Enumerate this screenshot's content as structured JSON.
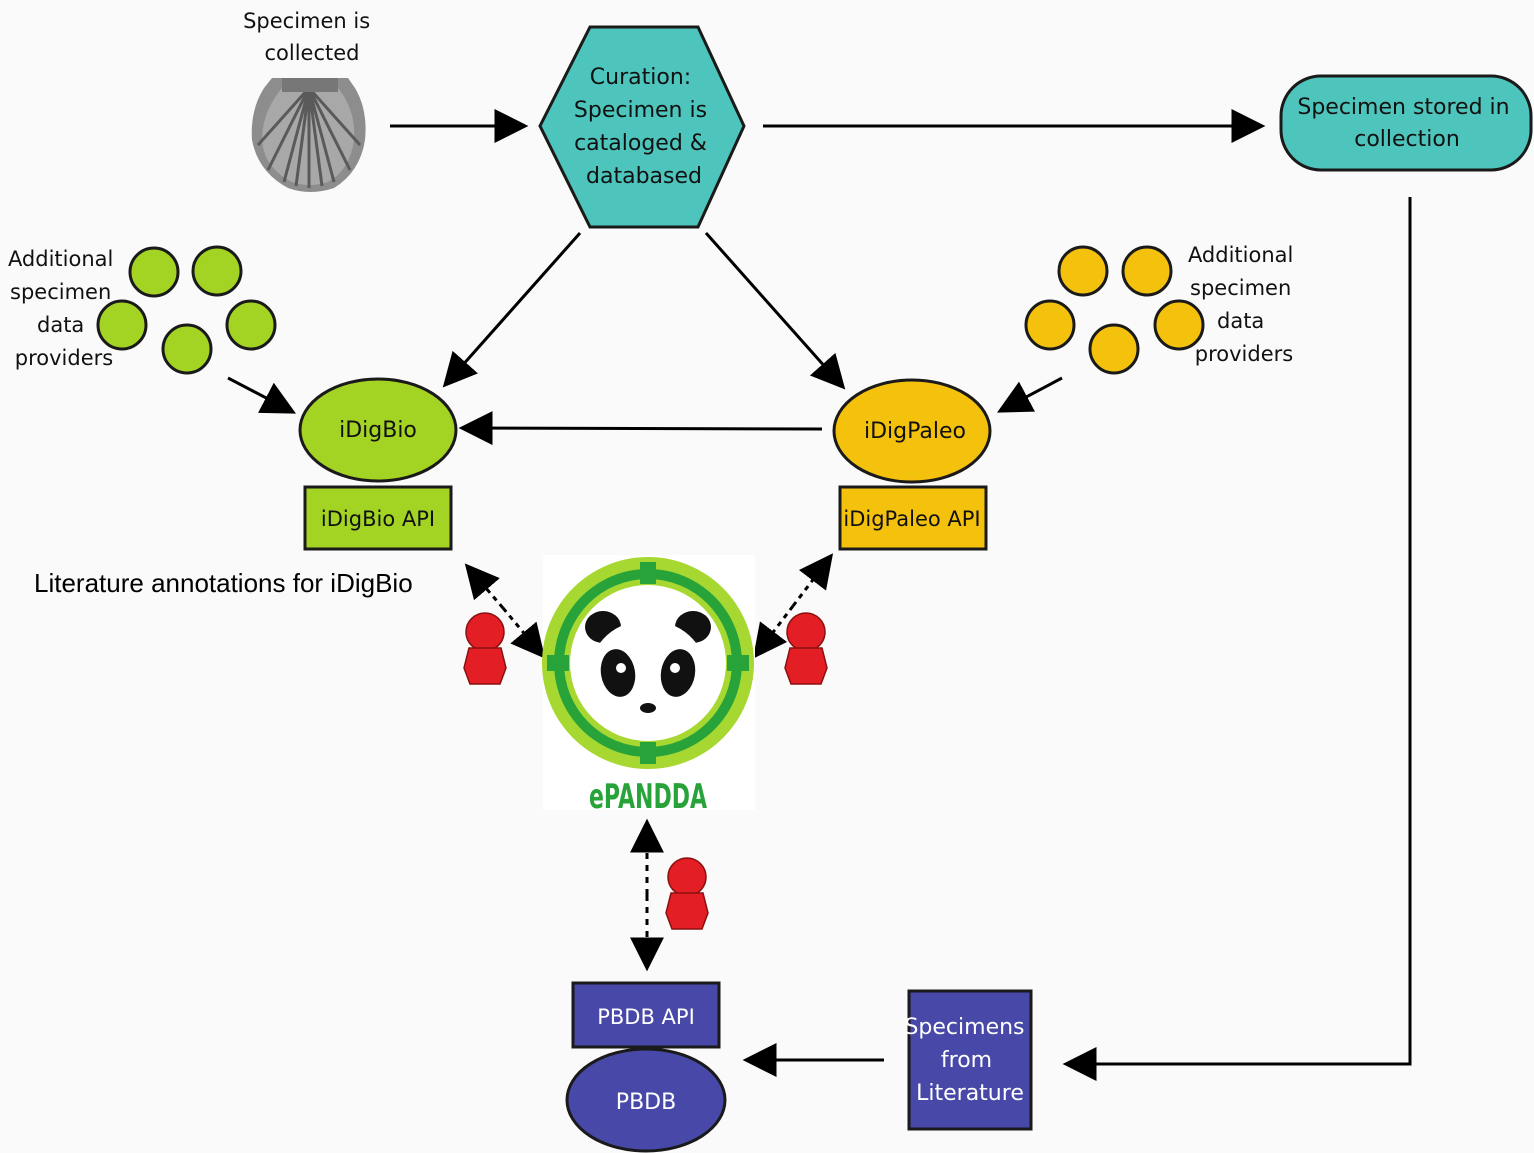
{
  "nodes": {
    "specimen_collected": [
      "Specimen is",
      "collected"
    ],
    "curation": [
      "Curation:",
      "Specimen is",
      "cataloged &",
      "databased"
    ],
    "stored": [
      "Specimen stored in",
      "collection"
    ],
    "providers_green": [
      "Additional",
      "specimen",
      "data",
      "providers"
    ],
    "providers_yellow": [
      "Additional",
      "specimen",
      "data",
      "providers"
    ],
    "idigbio": "iDigBio",
    "idigbio_api": "iDigBio API",
    "idigpaleo": "iDigPaleo",
    "idigpaleo_api": "iDigPaleo API",
    "epandda_logo_text": "ePANDDA",
    "pbdb_api": "PBDB API",
    "pbdb": "PBDB",
    "literature": [
      "Specimens",
      "from",
      "Literature"
    ]
  },
  "annotation": "Literature annotations for iDigBio",
  "colors": {
    "teal": "#4ec5bc",
    "green": "#a3d323",
    "yellow": "#f4c10c",
    "blue": "#4848a8",
    "person": "#e31e24",
    "panda_ring": "#27a33a",
    "panda_outer": "#a7d832"
  },
  "icons": [
    "scallop-shell-icon",
    "person-icon",
    "epandda-panda-logo"
  ]
}
